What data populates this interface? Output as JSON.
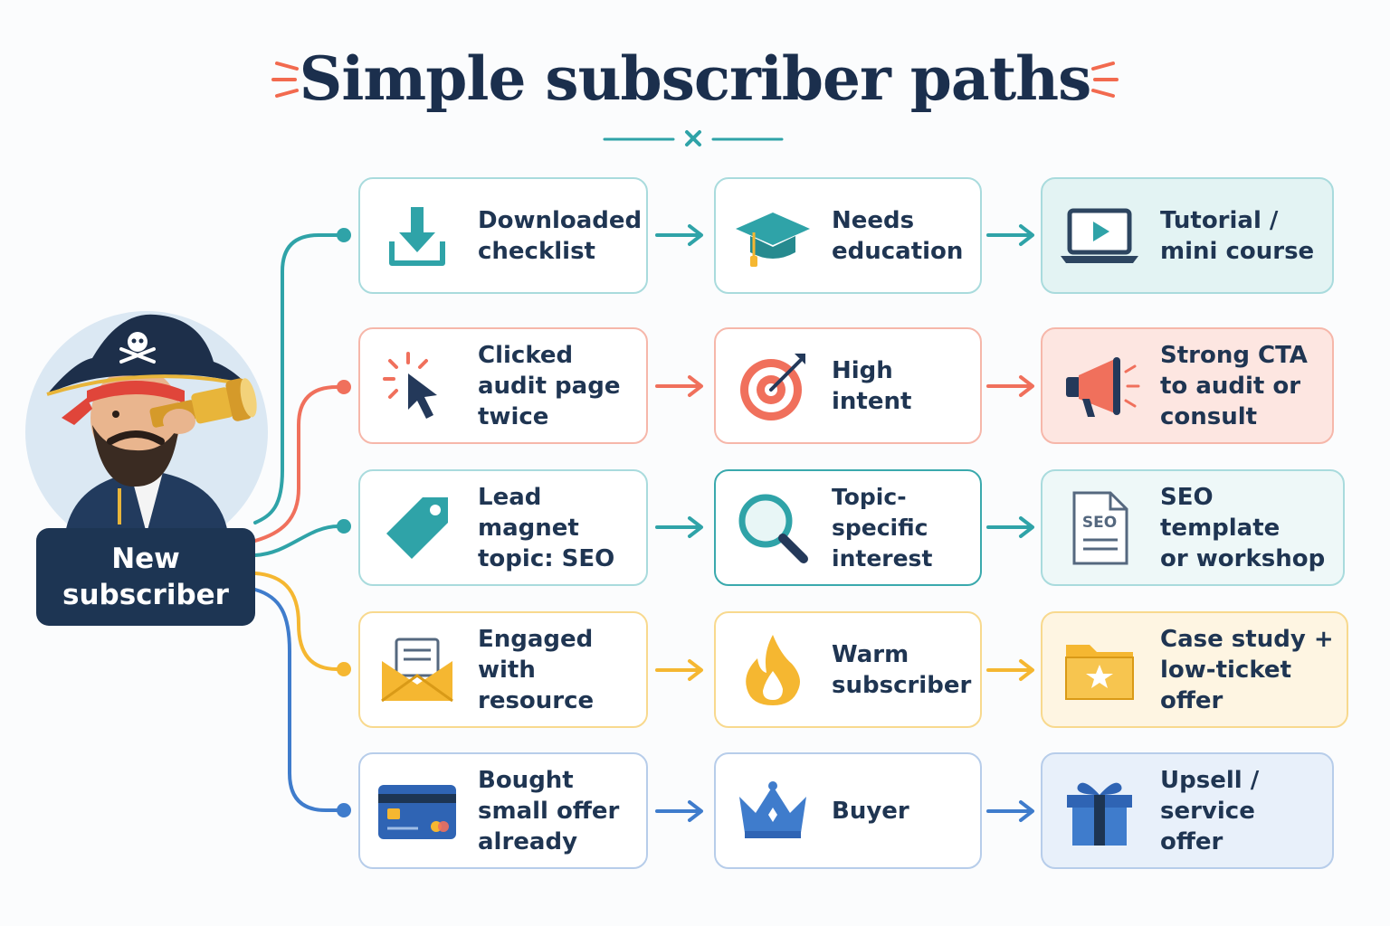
{
  "title": "Simple subscriber paths",
  "start_node": {
    "label": "New\nsubscriber",
    "avatar": "pirate-with-spyglass"
  },
  "rows": [
    {
      "color": "#2fa3a8",
      "signal": {
        "label": "Downloaded\nchecklist",
        "icon": "download-icon"
      },
      "meaning": {
        "label": "Needs\neducation",
        "icon": "graduation-cap-icon"
      },
      "action": {
        "label": "Tutorial /\nmini course",
        "icon": "laptop-play-icon"
      }
    },
    {
      "color": "#f0705c",
      "signal": {
        "label": "Clicked\naudit page\ntwice",
        "icon": "cursor-click-icon"
      },
      "meaning": {
        "label": "High\nintent",
        "icon": "target-icon"
      },
      "action": {
        "label": "Strong CTA\nto audit or\nconsult",
        "icon": "megaphone-icon"
      }
    },
    {
      "color": "#2fa3a8",
      "signal": {
        "label": "Lead magnet\ntopic: SEO",
        "icon": "tag-icon"
      },
      "meaning": {
        "label": "Topic-specific\ninterest",
        "icon": "magnifier-icon"
      },
      "action": {
        "label": "SEO template\nor workshop",
        "icon": "seo-document-icon",
        "icon_text": "SEO"
      }
    },
    {
      "color": "#f5b731",
      "signal": {
        "label": "Engaged\nwith\nresource",
        "icon": "envelope-icon"
      },
      "meaning": {
        "label": "Warm\nsubscriber",
        "icon": "flame-icon"
      },
      "action": {
        "label": "Case study +\nlow-ticket offer",
        "icon": "folder-star-icon"
      }
    },
    {
      "color": "#3f7ccc",
      "signal": {
        "label": "Bought\nsmall offer\nalready",
        "icon": "credit-card-icon"
      },
      "meaning": {
        "label": "Buyer",
        "icon": "crown-icon"
      },
      "action": {
        "label": "Upsell /\nservice offer",
        "icon": "gift-icon"
      }
    }
  ]
}
